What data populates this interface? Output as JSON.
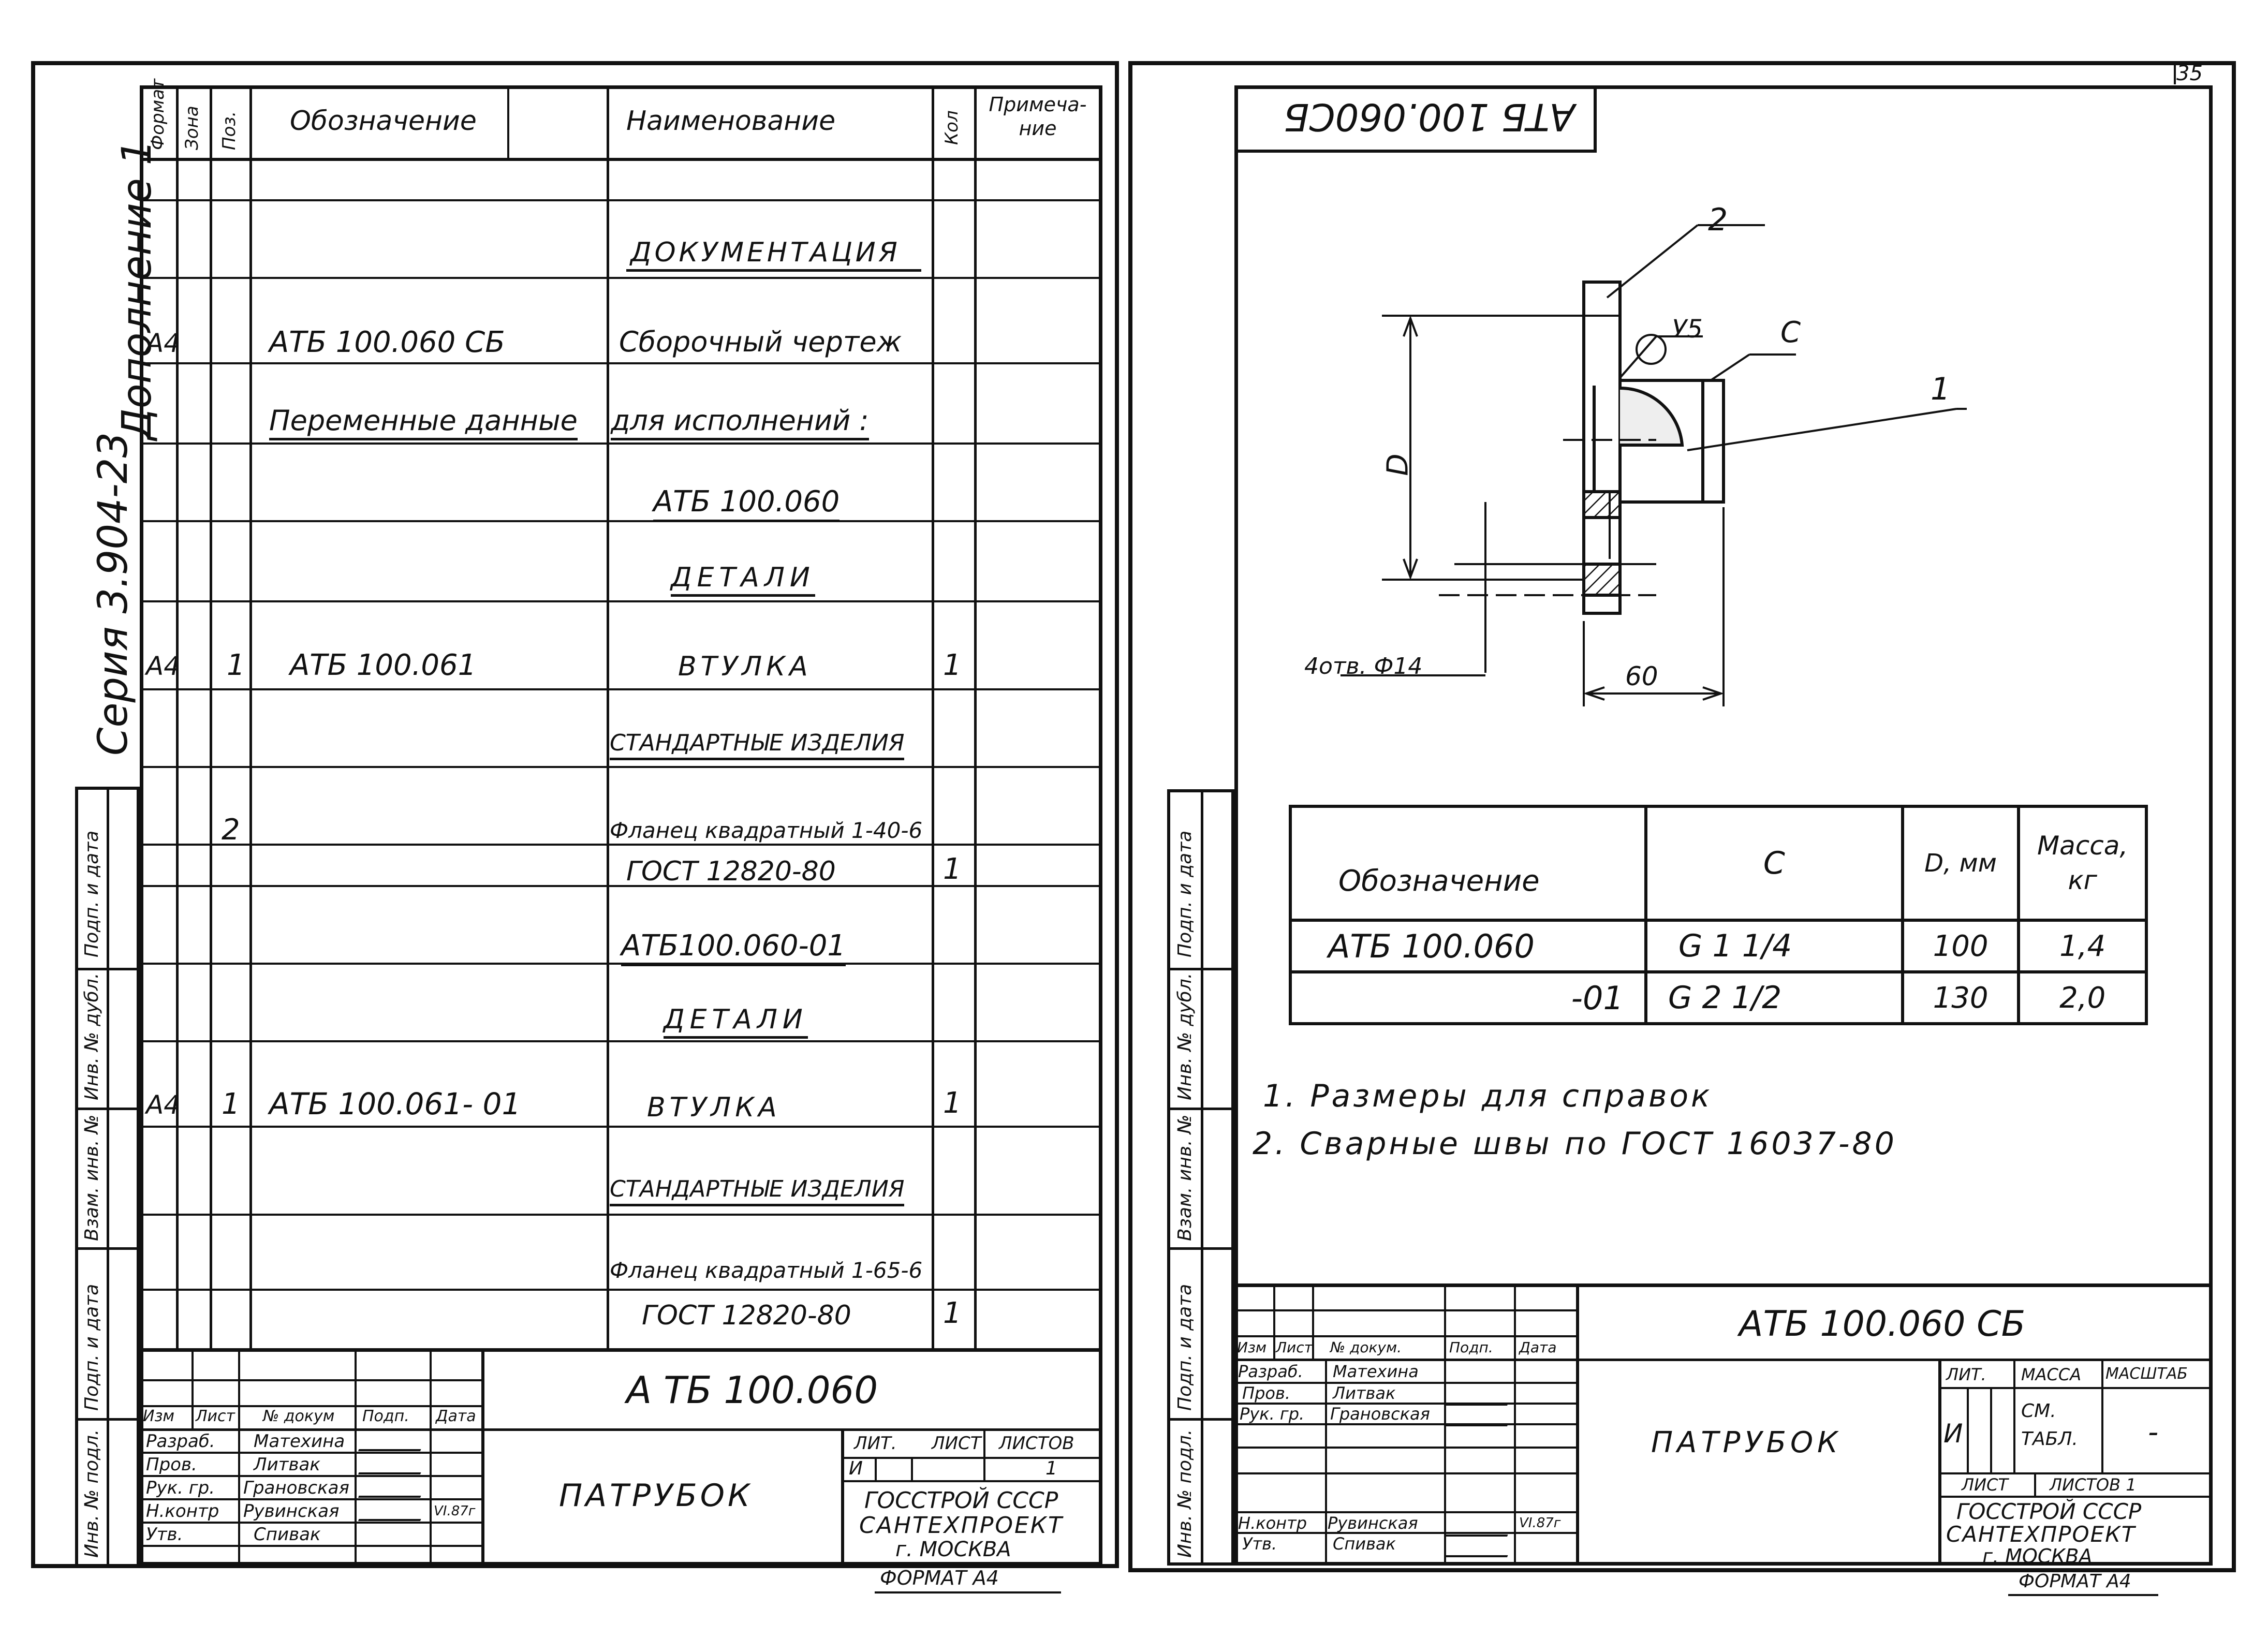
{
  "sheet_number": "35",
  "spec": {
    "header": {
      "format": "Формат",
      "zone": "Зона",
      "pos": "Поз.",
      "designation": "Обозначение",
      "name": "Наименование",
      "qty": "Кол",
      "note": "Примеча-ние"
    },
    "rows": [
      {
        "format": "",
        "pos": "",
        "designation": "",
        "name": "Документация",
        "qty": ""
      },
      {
        "format": "А4",
        "pos": "",
        "designation": "АТБ 100.060 СБ",
        "name": "Сборочный чертеж",
        "qty": ""
      },
      {
        "format": "",
        "pos": "",
        "designation": "Переменные данные",
        "name": "для исполнений :",
        "qty": ""
      },
      {
        "format": "",
        "pos": "",
        "designation": "",
        "name": "АТБ 100.060",
        "qty": ""
      },
      {
        "format": "",
        "pos": "",
        "designation": "",
        "name": "Детали",
        "qty": ""
      },
      {
        "format": "А4",
        "pos": "1",
        "designation": "АТБ 100.061",
        "name": "Втулка",
        "qty": "1"
      },
      {
        "format": "",
        "pos": "",
        "designation": "",
        "name": "Стандартные изделия",
        "qty": ""
      },
      {
        "format": "",
        "pos": "2",
        "designation": "",
        "name": "Фланец квадратный 1-40-6",
        "qty": ""
      },
      {
        "format": "",
        "pos": "",
        "designation": "",
        "name": "ГОСТ 12820-80",
        "qty": "1"
      },
      {
        "format": "",
        "pos": "",
        "designation": "",
        "name": "АТБ100.060-01",
        "qty": ""
      },
      {
        "format": "",
        "pos": "",
        "designation": "",
        "name": "Детали",
        "qty": ""
      },
      {
        "format": "А4",
        "pos": "1",
        "designation": "АТБ 100.061- 01",
        "name": "Втулка",
        "qty": "1"
      },
      {
        "format": "",
        "pos": "",
        "designation": "",
        "name": "Стандартные изделия",
        "qty": ""
      },
      {
        "format": "",
        "pos": "",
        "designation": "",
        "name": "Фланец квадратный 1-65-6",
        "qty": ""
      },
      {
        "format": "",
        "pos": "",
        "designation": "",
        "name": "ГОСТ 12820-80",
        "qty": "1"
      }
    ]
  },
  "left_margin": {
    "series": "Серия 3.904-23",
    "supplement": "Дополнение 1",
    "labels": [
      "Подп. и дата",
      "Инв. № дубл.",
      "Взам. инв. №",
      "Подп. и дата",
      "Инв. № подл."
    ]
  },
  "title_block_left": {
    "code": "А ТБ 100.060",
    "name": "Патрубок",
    "org": [
      "ГОССТРОЙ СССР",
      "САНТЕХПРОЕКТ",
      "г. МОСКВА"
    ],
    "format": "Формат А4",
    "lit_label": "Лит.",
    "sheet_label": "Лист",
    "sheets_label": "Листов",
    "lit": "И",
    "sheets": "1",
    "cols": [
      "Изм",
      "Лист",
      "№ докум",
      "Подп.",
      "Дата"
    ],
    "people": [
      {
        "role": "Разраб.",
        "name": "Матехина"
      },
      {
        "role": "Пров.",
        "name": "Литвак"
      },
      {
        "role": "Рук. гр.",
        "name": "Грановская"
      },
      {
        "role": "Н.контр",
        "name": "Рувинская"
      },
      {
        "role": "Утв.",
        "name": "Спивак"
      }
    ],
    "date": "VI.87г"
  },
  "drawing": {
    "code_rotated": "АТБ 100.060СБ",
    "callouts": [
      "2",
      "1"
    ],
    "weld_mark": "У5",
    "thread_mark": "С",
    "dim_d": "D",
    "dim_60": "60",
    "holes": "4отв. Ф14"
  },
  "variants": {
    "header": [
      "Обозначение",
      "С",
      "D, мм",
      "Масса, кг"
    ],
    "rows": [
      [
        "АТБ 100.060",
        "G 1 1/4",
        "100",
        "1,4"
      ],
      [
        "-01",
        "G 2 1/2",
        "130",
        "2,0"
      ]
    ]
  },
  "notes": [
    "1. Размеры для справок",
    "2. Сварные швы по ГОСТ 16037-80"
  ],
  "title_block_right": {
    "code": "АТБ 100.060 СБ",
    "name": "Патрубок",
    "lit_label": "Лит.",
    "mass_label": "Масса",
    "scale_label": "Масштаб",
    "lit": "И",
    "mass": "См. табл.",
    "scale": "-",
    "sheet_label": "Лист",
    "sheets_label": "Листов 1",
    "org": [
      "ГОССТРОЙ СССР",
      "САНТЕХПРОЕКТ",
      "г. МОСКВА"
    ],
    "format": "Формат А4",
    "cols": [
      "Изм",
      "Лист",
      "№ докум.",
      "Подп.",
      "Дата"
    ],
    "people": [
      {
        "role": "Разраб.",
        "name": "Матехина"
      },
      {
        "role": "Пров.",
        "name": "Литвак"
      },
      {
        "role": "Рук. гр.",
        "name": "Грановская"
      },
      {
        "role": "Н.контр",
        "name": "Рувинская"
      },
      {
        "role": "Утв.",
        "name": "Спивак"
      }
    ],
    "date": "VI.87г"
  },
  "right_margin": {
    "labels": [
      "Подп. и дата",
      "Инв. № дубл.",
      "Взам. инв. №",
      "Подп. и дата",
      "Инв. № подл."
    ]
  }
}
